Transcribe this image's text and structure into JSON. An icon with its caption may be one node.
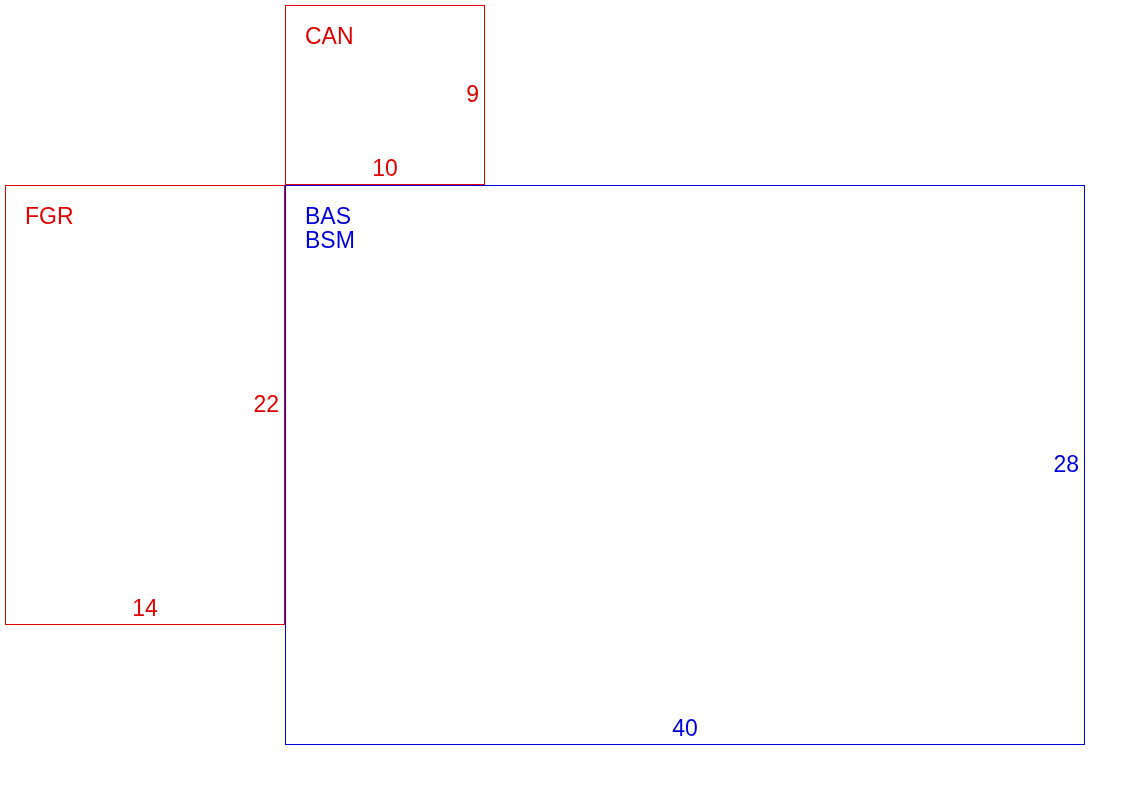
{
  "diagram": {
    "nodes": [
      {
        "text": [
          "CAN",
          "9",
          "10"
        ]
      },
      {
        "text": [
          "FGR",
          "22",
          "14"
        ]
      },
      {
        "text": [
          "BAS",
          "BSM",
          "28",
          "40"
        ]
      }
    ]
  }
}
